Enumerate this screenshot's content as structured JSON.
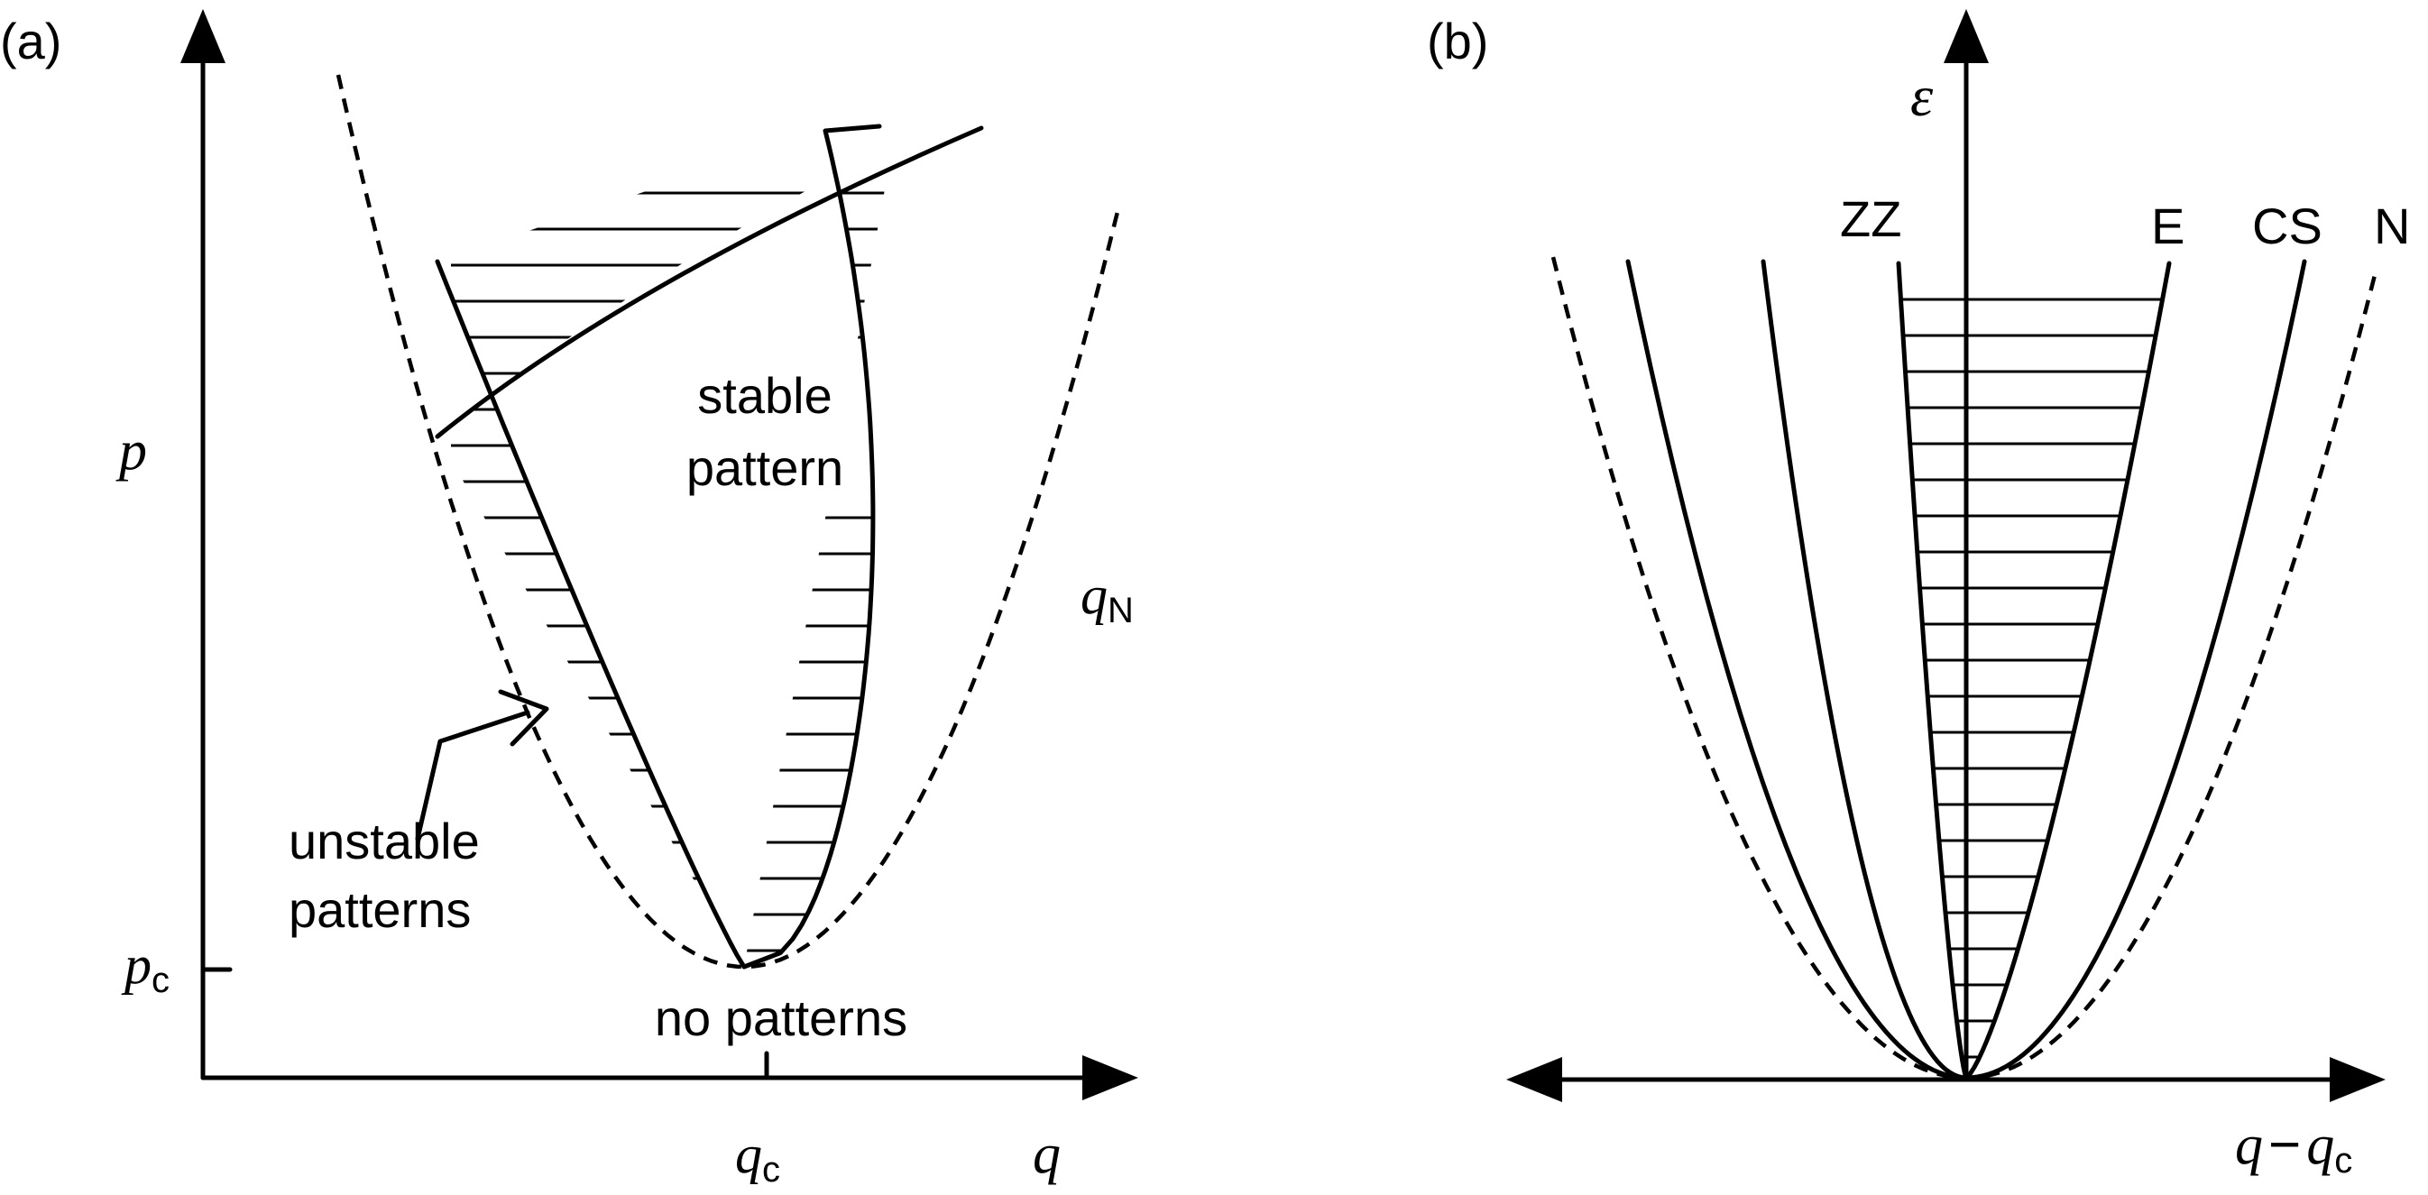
{
  "panel_a": {
    "label": "(a)",
    "axis_y": "p",
    "axis_x": "q",
    "tick_y": {
      "main": "p",
      "sub": "c"
    },
    "tick_x": {
      "main": "q",
      "sub": "c"
    },
    "curve_label": {
      "main": "q",
      "sub": "N"
    },
    "region_stable_line1": "stable",
    "region_stable_line2": "pattern",
    "region_unstable_line1": "unstable",
    "region_unstable_line2": "patterns",
    "region_none": "no patterns"
  },
  "panel_b": {
    "label": "(b)",
    "axis_y": "ε",
    "axis_x": {
      "main": "q",
      "minus": "−",
      "main2": "q",
      "sub": "c"
    },
    "curve_labels": {
      "zz": "ZZ",
      "e": "E",
      "cs": "CS",
      "n": "N"
    }
  }
}
